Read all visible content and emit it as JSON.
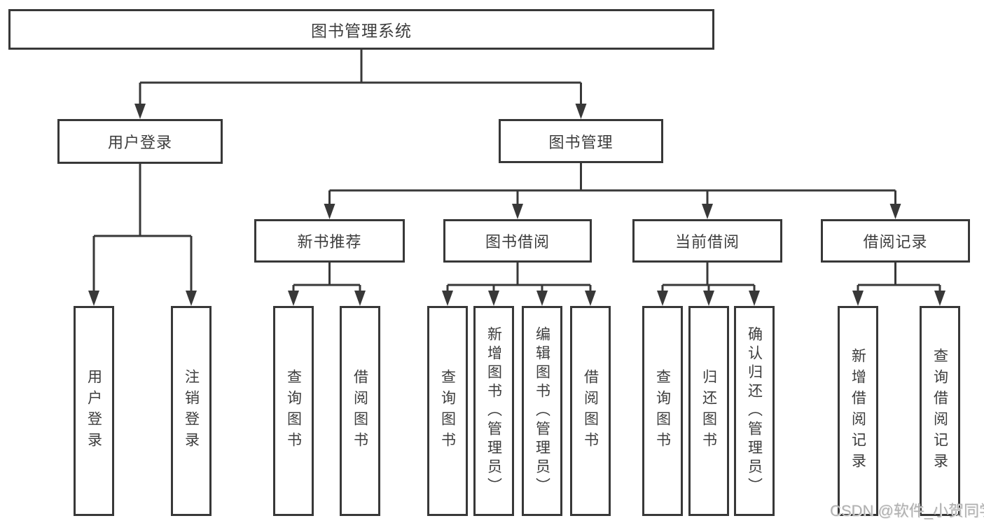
{
  "diagram": {
    "tree": {
      "label": "图书管理系统",
      "children": [
        {
          "label": "用户登录",
          "children": [
            {
              "label": "用户登录"
            },
            {
              "label": "注销登录"
            }
          ]
        },
        {
          "label": "图书管理",
          "children": [
            {
              "label": "新书推荐",
              "children": [
                {
                  "label": "查询图书"
                },
                {
                  "label": "借阅图书"
                }
              ]
            },
            {
              "label": "图书借阅",
              "children": [
                {
                  "label": "查询图书"
                },
                {
                  "label": "新增图书（管理员）"
                },
                {
                  "label": "编辑图书（管理员）"
                },
                {
                  "label": "借阅图书"
                }
              ]
            },
            {
              "label": "当前借阅",
              "children": [
                {
                  "label": "查询图书"
                },
                {
                  "label": "归还图书"
                },
                {
                  "label": "确认归还（管理员）"
                }
              ]
            },
            {
              "label": "借阅记录",
              "children": [
                {
                  "label": "新增借阅记录"
                },
                {
                  "label": "查询借阅记录"
                }
              ]
            }
          ]
        }
      ]
    },
    "line_color": "#383838",
    "box_fill": "#ffffff",
    "text_color": "#3d3d3d"
  },
  "watermark": "CSDN @软件_小贺同学"
}
